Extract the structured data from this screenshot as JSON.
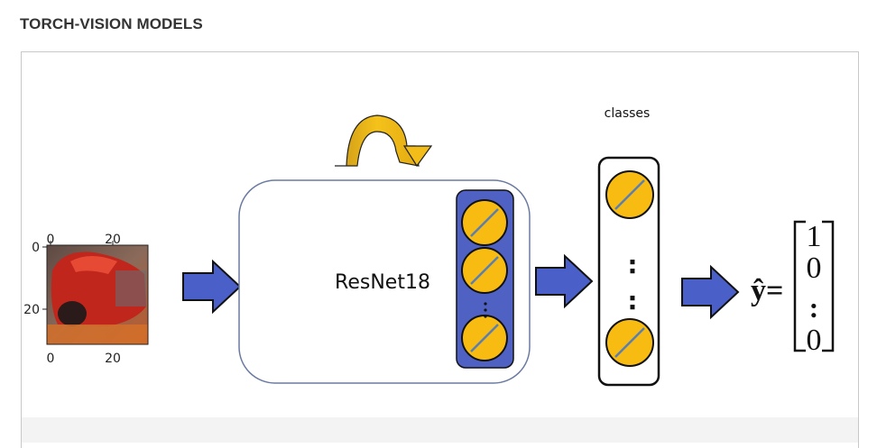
{
  "page": {
    "title": "TORCH-VISION MODELS"
  },
  "input_image": {
    "x_ticks": [
      "0",
      "20"
    ],
    "y_ticks": [
      "0",
      "20"
    ],
    "bottom_ticks": [
      "0",
      "20"
    ]
  },
  "model": {
    "label": "ResNet18"
  },
  "classes": {
    "label": "classes",
    "dots": ":"
  },
  "output": {
    "yhat": "ŷ=",
    "vector": [
      "1",
      "0",
      ":",
      "0"
    ]
  },
  "colors": {
    "arrow_fill": "#4a5fc8",
    "arrow_stroke": "#111111",
    "neuron_fill": "#f7bb12",
    "neuron_line": "#5a7fb0",
    "layer_fill": "#4f62c4",
    "curved_arrow_fill": "#e9b613",
    "car_red": "#c0261b"
  }
}
